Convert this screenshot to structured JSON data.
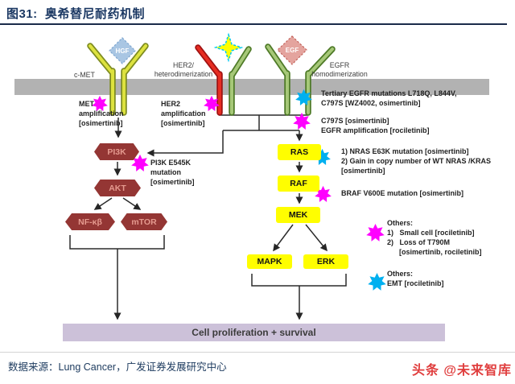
{
  "title": {
    "text": "图31:  奥希替尼耐药机制"
  },
  "receptors": {
    "cmet_label": "c-MET",
    "hgf_ligand": "HGF",
    "her2_label": "HER2/\nheterodimerization",
    "egf_ligand": "EGF",
    "egfr_label": "EGFR\nhomodimerization"
  },
  "nodes": {
    "pi3k": "PI3K",
    "akt": "AKT",
    "nfkb": "NF-κβ",
    "mtor": "mTOR",
    "ras": "RAS",
    "raf": "RAF",
    "mek": "MEK",
    "mapk": "MAPK",
    "erk": "ERK",
    "outcome": "Cell proliferation + survival"
  },
  "annotations": {
    "met_amp": "MET\namplification\n[osimertinib]",
    "her2_amp": "HER2\namplification\n[osimertinib]",
    "pi3k_mut": "PI3K E545K\nmutation\n[osimertinib]",
    "tertiary_egfr": "Tertiary EGFR mutations L718Q, L844V,\nC797S [WZ4002, osimertinib]",
    "c797s_amp": "C797S [osimertinib]\nEGFR amplification [rociletinib]",
    "nras": "1) NRAS E63K mutation [osimertinib]\n2) Gain in copy number of WT NRAS /KRAS\n[osimertinib]",
    "braf": "BRAF V600E mutation [osimertinib]",
    "others_magenta": "Others:\n1)   Small cell [rociletinib]\n2)   Loss of T790M\n      [osimertinib, rociletinib]",
    "others_cyan": "Others:\nEMT [rociletinib]"
  },
  "footer": {
    "source": "数据来源：Lung Cancer，广发证券发展研究中心",
    "watermark": "头条 @未来智库"
  },
  "colors": {
    "title_navy": "#1b3863",
    "membrane_gray": "#b2b2b2",
    "node_dark_red": "#943634",
    "node_yellow": "#fffe00",
    "outcome_purple": "#ccc1d9",
    "star_magenta": "#ff00ff",
    "star_cyan": "#00b0f0",
    "receptor_yellowgreen": "#dde23f",
    "receptor_green": "#a6c878",
    "receptor_red": "#e62d22",
    "ligand_blue": "#a9c6e3",
    "ligand_pink": "#e4a49e",
    "watermark_red": "#e03e3e"
  }
}
